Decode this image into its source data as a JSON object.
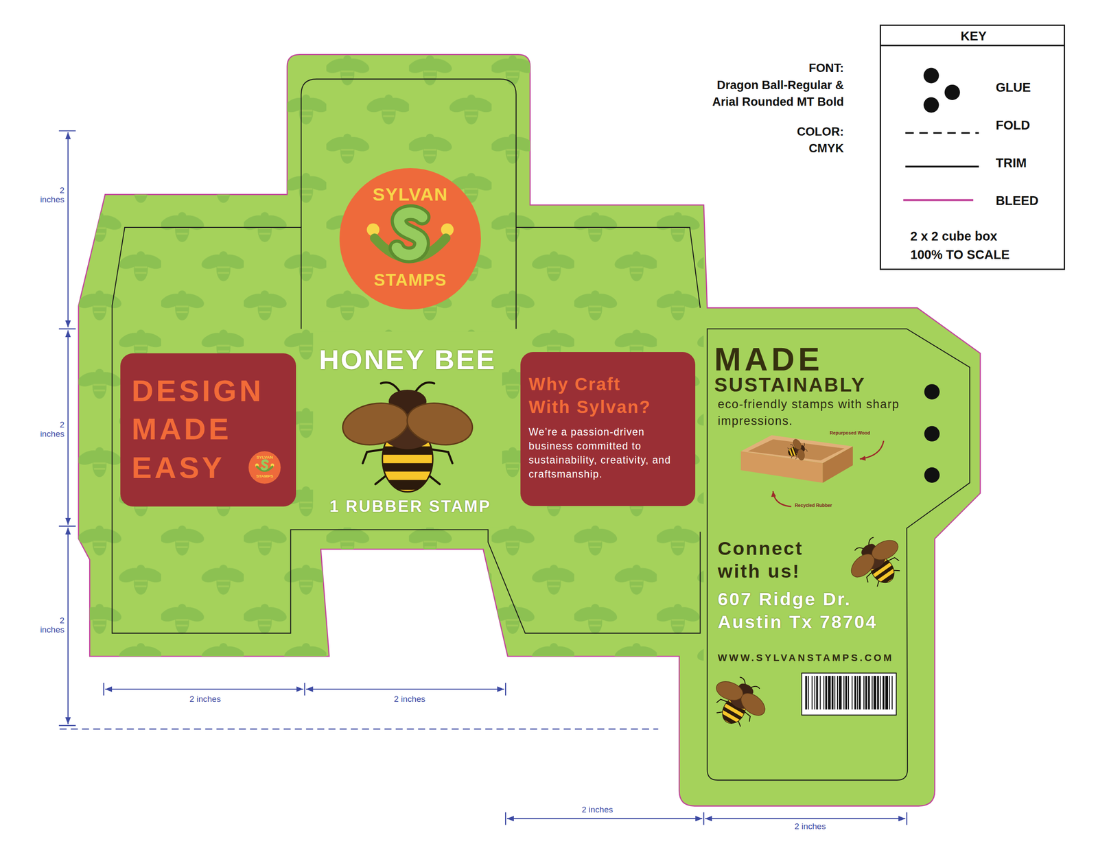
{
  "diagram": {
    "nodes": [
      {
        "text": [
          "KEY"
        ]
      },
      {
        "text": [
          "SYLVAN",
          "STAMPS"
        ]
      },
      {
        "text": [
          "DESIGN MADE EASY"
        ]
      },
      {
        "text": [
          "SYLVAN",
          "STAMPS"
        ],
        "in": 2
      },
      {
        "text": [
          "Why Craft With Sylvan?",
          "We’re a passion-driven business committed to sustainability, creativity, and craftsmanship."
        ]
      }
    ],
    "labels": [
      "FONT:",
      "Dragon Ball-Regular & Arial Rounded MT Bold",
      "COLOR:",
      "CMYK",
      "2 x 2 cube box",
      "100% TO SCALE",
      "2 inches",
      "2 inches",
      "2 inches",
      "2 inches",
      "2 inches",
      "2 inches",
      "2 inches",
      "HONEY BEE",
      "1 RUBBER STAMP",
      "MADE",
      "SUSTAINABLY",
      "eco-friendly stamps with sharp impressions.",
      "Repurposed Wood",
      "Recycled Rubber",
      "Connect with us!",
      "607 Ridge Dr. Austin Tx 78704",
      "WWW.SYLVANSTAMPS.COM"
    ],
    "legend": [
      {
        "text": "GLUE"
      },
      {
        "text": "FOLD"
      },
      {
        "text": "TRIM"
      },
      {
        "text": "BLEED"
      }
    ]
  }
}
